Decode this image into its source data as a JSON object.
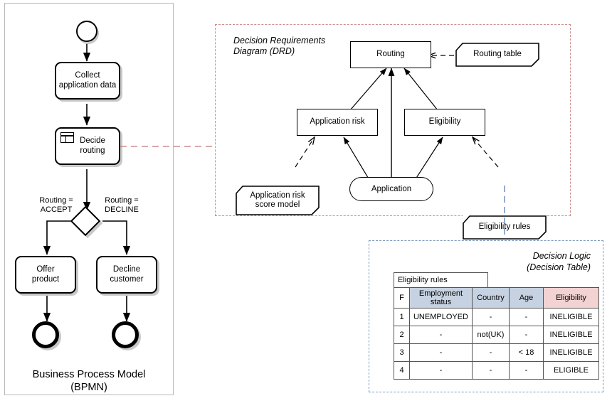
{
  "bpmn": {
    "caption_line1": "Business Process Model",
    "caption_line2": "(BPMN)",
    "start_event": "start-event",
    "tasks": [
      {
        "id": "collect",
        "line1": "Collect",
        "line2": "application data"
      },
      {
        "id": "decide",
        "line1": "Decide",
        "line2": "routing",
        "icon": "business-rule-table-icon"
      },
      {
        "id": "offer",
        "line1": "Offer",
        "line2": "product"
      },
      {
        "id": "decline",
        "line1": "Decline",
        "line2": "customer"
      }
    ],
    "gateway_labels": {
      "accept_line1": "Routing =",
      "accept_line2": "ACCEPT",
      "decline_line1": "Routing =",
      "decline_line2": "DECLINE"
    },
    "end_events": [
      "end-event-accept",
      "end-event-decline"
    ]
  },
  "drd": {
    "title_line1": "Decision Requirements",
    "title_line2": "Diagram (DRD)",
    "decisions": [
      {
        "id": "routing",
        "label": "Routing"
      },
      {
        "id": "application-risk",
        "label": "Application risk"
      },
      {
        "id": "eligibility",
        "label": "Eligibility"
      }
    ],
    "knowledge_sources": [
      {
        "id": "routing-table",
        "label": "Routing table"
      },
      {
        "id": "risk-score-model",
        "line1": "Application risk",
        "line2": "score model"
      },
      {
        "id": "eligibility-rules",
        "label": "Eligibility rules"
      }
    ],
    "input_data": {
      "id": "application",
      "label": "Application"
    }
  },
  "decision_logic": {
    "title_line1": "Decision Logic",
    "title_line2": "(Decision Table)",
    "table_name": "Eligibility rules",
    "headers": [
      "F",
      "Employment status",
      "Country",
      "Age",
      "Eligibility"
    ],
    "header_input_color": "#c6d2e1",
    "header_output_color": "#f2d2d2",
    "rows": [
      {
        "f": "1",
        "employment_status": "UNEMPLOYED",
        "country": "-",
        "age": "-",
        "eligibility": "INELIGIBLE"
      },
      {
        "f": "2",
        "employment_status": "-",
        "country": "not(UK)",
        "age": "-",
        "eligibility": "INELIGIBLE"
      },
      {
        "f": "3",
        "employment_status": "-",
        "country": "-",
        "age": "< 18",
        "eligibility": "INELIGIBLE"
      },
      {
        "f": "4",
        "employment_status": "-",
        "country": "-",
        "age": "-",
        "eligibility": "ELIGIBLE"
      }
    ]
  },
  "connectors": {
    "bpmn_to_drd_color": "#cc8e8e",
    "drd_to_table_color": "#7b97bf"
  }
}
